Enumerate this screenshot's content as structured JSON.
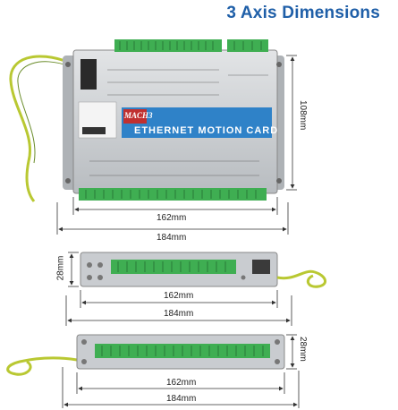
{
  "title": "3 Axis Dimensions",
  "top_view": {
    "card_label": "ETHERNET MOTION CARD",
    "logo": "MACH3",
    "height_label": "108mm",
    "inner_width_label": "162mm",
    "outer_width_label": "184mm"
  },
  "side_view_1": {
    "height_label": "28mm",
    "inner_width_label": "162mm",
    "outer_width_label": "184mm"
  },
  "side_view_2": {
    "height_label": "28mm",
    "inner_width_label": "162mm",
    "outer_width_label": "184mm"
  },
  "colors": {
    "title": "#1f5fa8",
    "case": "#c9ccd0",
    "label_band": "#2f82c8",
    "terminal": "#3fae52",
    "cable": "#b9c832"
  }
}
